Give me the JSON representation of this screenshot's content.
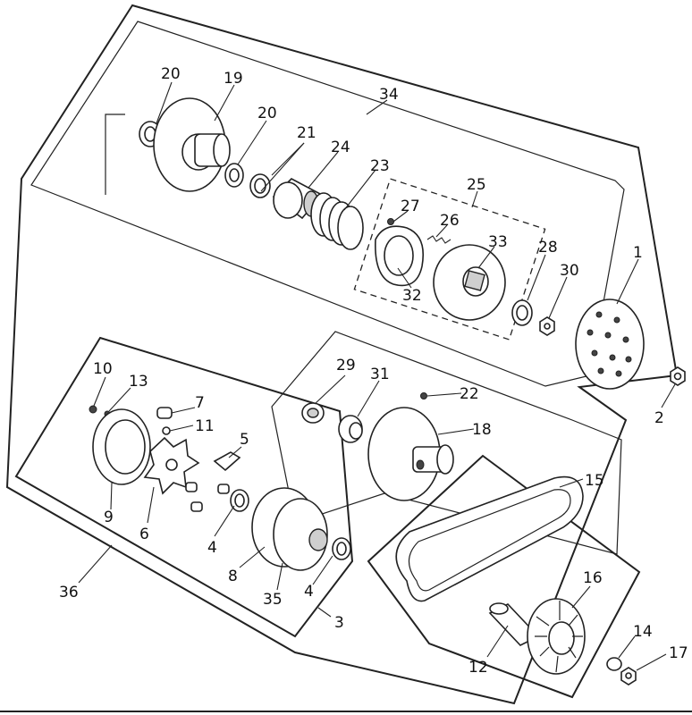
{
  "diagram": {
    "labels": {
      "l1": "1",
      "l2": "2",
      "l3": "3",
      "l4a": "4",
      "l4b": "4",
      "l5": "5",
      "l6": "6",
      "l7": "7",
      "l8": "8",
      "l9": "9",
      "l10": "10",
      "l11": "11",
      "l12": "12",
      "l13": "13",
      "l14": "14",
      "l15": "15",
      "l16": "16",
      "l17": "17",
      "l18": "18",
      "l19": "19",
      "l20a": "20",
      "l20b": "20",
      "l21": "21",
      "l22": "22",
      "l23": "23",
      "l24": "24",
      "l25": "25",
      "l26": "26",
      "l27": "27",
      "l28": "28",
      "l29": "29",
      "l30": "30",
      "l31": "31",
      "l32": "32",
      "l33": "33",
      "l34": "34",
      "l35": "35",
      "l36": "36"
    }
  }
}
